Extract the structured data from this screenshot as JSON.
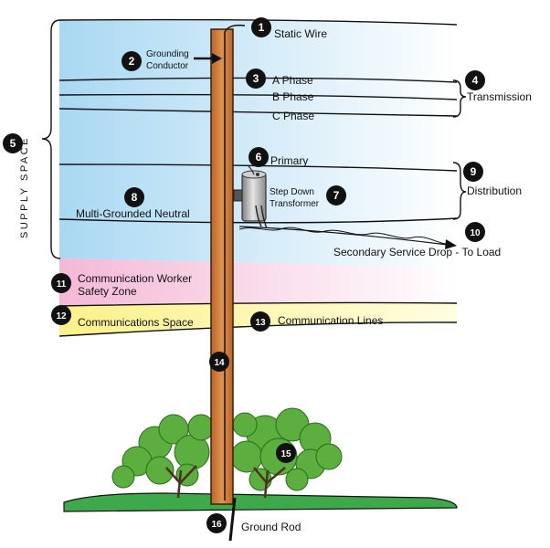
{
  "badges": [
    {
      "num": "1"
    },
    {
      "num": "2"
    },
    {
      "num": "3"
    },
    {
      "num": "4"
    },
    {
      "num": "5"
    },
    {
      "num": "6"
    },
    {
      "num": "7"
    },
    {
      "num": "8"
    },
    {
      "num": "9"
    },
    {
      "num": "10"
    },
    {
      "num": "11"
    },
    {
      "num": "12"
    },
    {
      "num": "13"
    },
    {
      "num": "14"
    },
    {
      "num": "15"
    },
    {
      "num": "16"
    }
  ],
  "labels": {
    "static_wire": "Static Wire",
    "grounding_conductor_1": "Grounding",
    "grounding_conductor_2": "Conductor",
    "a_phase": "A Phase",
    "b_phase": "B Phase",
    "c_phase": "C Phase",
    "transmission": "Transmission",
    "supply_space": "SUPPLY SPACE",
    "primary": "Primary",
    "step_down_1": "Step Down",
    "step_down_2": "Transformer",
    "neutral": "Multi-Grounded Neutral",
    "distribution": "Distribution",
    "secondary": "Secondary Service Drop - To Load",
    "safety_1": "Communication Worker",
    "safety_2": "Safety Zone",
    "comm_space": "Communications Space",
    "comm_lines": "Communication Lines",
    "ground_rod": "Ground Rod"
  },
  "colors": {
    "supply_space": "#a9d8f2",
    "safety_zone": "#f4b8d6",
    "communications_space": "#fdf18a",
    "pole": "#d9823e",
    "ground": "#3ea94a",
    "tree": "#5cae3f",
    "badge": "#111111"
  }
}
